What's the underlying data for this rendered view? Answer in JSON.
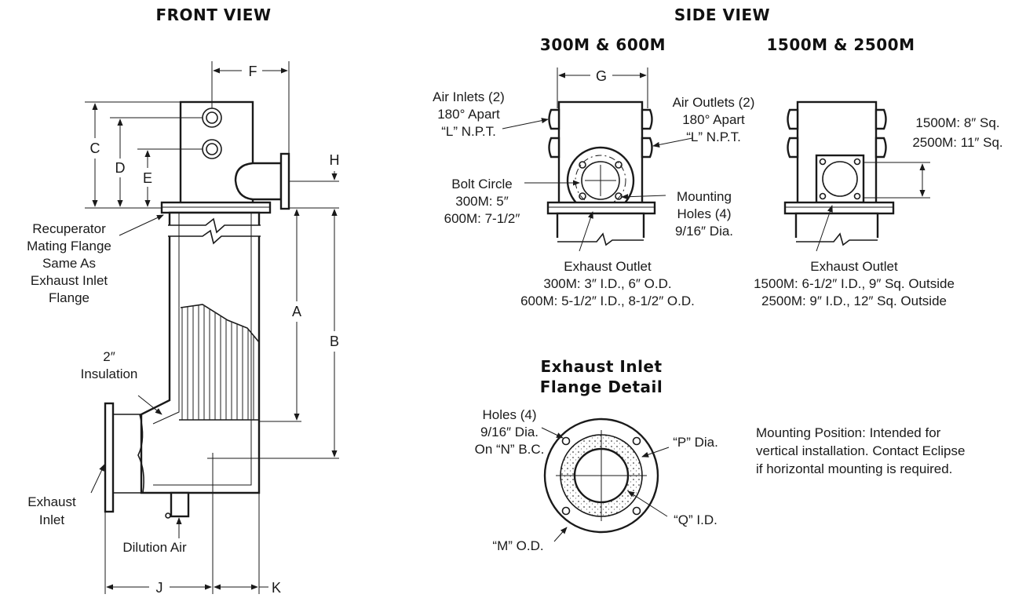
{
  "headings": {
    "front_view": "FRONT VIEW",
    "side_view": "SIDE VIEW",
    "model_small": "300M & 600M",
    "model_large": "1500M & 2500M",
    "flange_detail_1": "Exhaust Inlet",
    "flange_detail_2": "Flange Detail"
  },
  "dimensions": {
    "A": "A",
    "B": "B",
    "C": "C",
    "D": "D",
    "E": "E",
    "F": "F",
    "G": "G",
    "H": "H",
    "J": "J",
    "K": "K"
  },
  "front_labels": {
    "recuperator": [
      "Recuperator",
      "Mating Flange",
      "Same As",
      "Exhaust Inlet",
      "Flange"
    ],
    "insulation": [
      "2″",
      "Insulation"
    ],
    "exhaust_inlet": [
      "Exhaust",
      "Inlet"
    ],
    "dilution_air": "Dilution Air"
  },
  "side_small_labels": {
    "air_inlets": [
      "Air Inlets (2)",
      "180° Apart",
      "“L” N.P.T."
    ],
    "air_outlets": [
      "Air Outlets (2)",
      "180° Apart",
      "“L” N.P.T."
    ],
    "bolt_circle": [
      "Bolt Circle",
      "300M: 5″",
      "600M: 7-1/2″"
    ],
    "mounting_holes": [
      "Mounting",
      "Holes (4)",
      "9/16″ Dia."
    ],
    "exhaust_outlet": [
      "Exhaust Outlet",
      "300M: 3″ I.D., 6″ O.D.",
      "600M: 5-1/2″ I.D., 8-1/2″ O.D."
    ]
  },
  "side_large_labels": {
    "square": [
      "1500M: 8″ Sq.",
      "2500M: 11″ Sq."
    ],
    "exhaust_outlet": [
      "Exhaust Outlet",
      "1500M: 6-1/2″ I.D., 9″ Sq. Outside",
      "2500M: 9″ I.D., 12″ Sq. Outside"
    ]
  },
  "flange_labels": {
    "holes": [
      "Holes (4)",
      "9/16″ Dia.",
      "On “N” B.C."
    ],
    "p_dia": "“P” Dia.",
    "q_id": "“Q” I.D.",
    "m_od": "“M” O.D."
  },
  "mounting_note": [
    "Mounting Position: Intended for",
    "vertical installation. Contact Eclipse",
    "if horizontal mounting is required."
  ]
}
